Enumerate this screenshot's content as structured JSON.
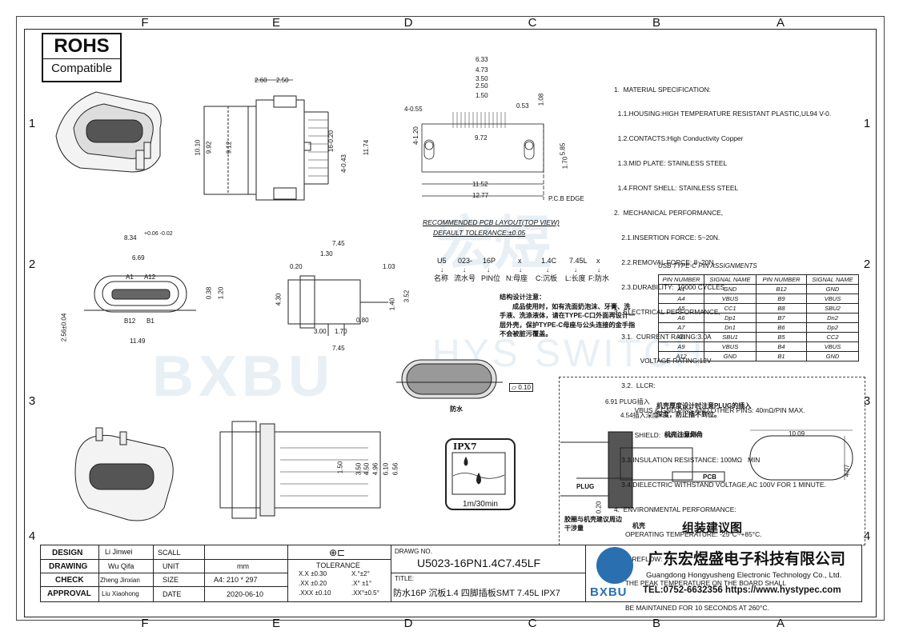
{
  "columns": [
    "F",
    "E",
    "D",
    "C",
    "B",
    "A"
  ],
  "rows": [
    "1",
    "2",
    "3",
    "4"
  ],
  "rohs": {
    "title": "ROHS",
    "subtitle": "Compatible"
  },
  "watermark": {
    "cn": "宏煜",
    "en": "HYS SWITCH",
    "bxbu": "BXBU"
  },
  "spec_lines": [
    "1.  MATERIAL SPECIFICATION:",
    "  1.1.HOUSING:HIGH TEMPERATURE RESISTANT PLASTIC,UL94 V-0.",
    "  1.2.CONTACTS:High Conductivity Copper",
    "  1.3.MID PLATE: STAINLESS STEEL",
    "  1.4.FRONT SHELL: STAINLESS STEEL",
    "2.  MECHANICAL PERFORMANCE,",
    "    2.1.INSERTION FORCE: 5~20N.",
    "    2.2.REMOVAL FORCE: 8~20N.",
    "    2.3.DURABILITY:  10000 CYCLES.",
    "3.  ELECTRICAL PERFORMANCE,",
    "    3.1.  CURRENT RATING:3.0A",
    "              VOLTAGE RATING:12V",
    "    3.2.  LLCR:",
    "           VBUS & GND PINS AND OTHER PINS: 40mΩ/PIN MAX.",
    "           SHIELD:  50mΩ/MAX.",
    "    3.3.INSULATION RESISTANCE: 100MΩ   MIN",
    "    3.4.DIELECTRIC WITHSTAND VOLTAGE,AC 100V FOR 1 MINUTE.",
    "4.  ENVIRONMENTAL PERFORMANCE:",
    "      OPERATING TEMPERATURE: -25°C~+85°C.",
    "5.  IR REFLOW:",
    "      THE PEAK TEMPERATURE ON THE BOARD SHALL",
    "      BE MAINTAINED FOR 10 SECONDS AT 260°C."
  ],
  "pcb": {
    "title": "RECOMMENDED PCB LAYOUT(TOP VIEW)",
    "tolerance": "DEFAULT TOLERANCE:±0.05",
    "edge": "P.C.B EDGE"
  },
  "part_code": {
    "parts": [
      "U5",
      "023-",
      "16P",
      "x",
      "1.4C",
      "7.45L",
      "x"
    ],
    "desc": [
      "名称",
      "流水号",
      "PIN位",
      "N:母座",
      "C:沉板",
      "L:长度",
      "F:防水"
    ]
  },
  "design_note": {
    "title": "结构设计注意：",
    "body": "成品使用时，如有洗面奶泡沫、牙膏、洗手液、洗涤液体，请在TYPE-C口外面再设计一层外壳，保护TYPE-C母座与公头连接的金手指不会被脏污覆盖。",
    "waterproof": "防水",
    "flat": "0.10"
  },
  "pin_table": {
    "title": "USB TYPE-C PIN ASSIGNMENTS",
    "headers": [
      "PIN NUMBER",
      "SIGNAL NAME",
      "PIN NUMBER",
      "SIGNAL NAME"
    ],
    "rows": [
      [
        "A1",
        "GND",
        "B12",
        "GND"
      ],
      [
        "A4",
        "VBUS",
        "B9",
        "VBUS"
      ],
      [
        "A5",
        "CC1",
        "B8",
        "SBU2"
      ],
      [
        "A6",
        "Dp1",
        "B7",
        "Dn2"
      ],
      [
        "A7",
        "Dn1",
        "B6",
        "Dp2"
      ],
      [
        "A8",
        "SBU1",
        "B5",
        "CC2"
      ],
      [
        "A9",
        "VBUS",
        "B4",
        "VBUS"
      ],
      [
        "A12",
        "GND",
        "B1",
        "GND"
      ]
    ]
  },
  "ipx": {
    "title": "IPX7",
    "footer": "1m/30min"
  },
  "assembly": {
    "title": "组装建议图",
    "plug_depth": "6.91 PLUG插入",
    "note1": "机壳厚度设计时注意PLUG的插入深度，防止插不到位。",
    "inner": "4.54插入深度",
    "chamfer": "机壳注意倒角",
    "plug": "PLUG",
    "pcb": "PCB",
    "glue": "胶圈与机壳建议周边干涉量",
    "shell": "机壳",
    "d020": "0.20",
    "w": "10.09",
    "h": "4.07"
  },
  "dims": {
    "d260": "2.60",
    "d250": "2.50",
    "d1010": "10.10",
    "d992": "9.92",
    "d912": "9.12",
    "d1174": "11.74",
    "d1620": "16-0.20",
    "d443": "4-0.43",
    "d633": "6.33",
    "d473": "4.73",
    "d350": "3.50",
    "d250b": "2.50",
    "d150": "1.50",
    "d405": "4-0.55",
    "d053": "0.53",
    "d108": "1.08",
    "d4120": "4-1.20",
    "d972": "9.72",
    "d585": "5.85",
    "d170": "1.70",
    "d1152": "11.52",
    "d1277": "12.77",
    "d834": "8.34",
    "d834tol": "+0.06 -0.02",
    "d669": "6.69",
    "dA1": "A1",
    "dA12": "A12",
    "d038": "0.38",
    "d120": "1.20",
    "d256": "2.56±0.04",
    "dB12": "B12",
    "dB1": "B1",
    "d1149": "11.49",
    "d745": "7.45",
    "d130": "1.30",
    "d020": "0.20",
    "d103": "1.03",
    "d430": "4.30",
    "d352": "3.52",
    "d140": "1.40",
    "d080": "0.80",
    "d300": "3.00",
    "d170b": "1.70",
    "d745b": "7.45",
    "d150c": "1.50",
    "d350c": "3.50",
    "d450": "4.50",
    "d496": "4.96",
    "d610": "6.10",
    "d656": "6.56"
  },
  "title_block": {
    "labels": [
      "DESIGN",
      "DRAWING",
      "CHECK",
      "APPROVAL"
    ],
    "names": [
      "Li Jinwei",
      "Wu Qifa",
      "Zheng Jinxian",
      "Liu Xiaohong"
    ],
    "fields": [
      "SCALL",
      "UNIT",
      "SIZE",
      "DATE"
    ],
    "values": [
      "",
      "mm",
      "A4: 210 * 297",
      "2020-06-10"
    ],
    "tolerance_title": "TOLERANCE",
    "tol": [
      "X.X  ±0.30",
      "X.°±2°",
      ".XX  ±0.20",
      ".X° ±1°",
      ".XXX ±0.10",
      ".XX°±0.5°"
    ],
    "drawing_no_label": "DRAWG NO.",
    "drawing_no": "U5023-16PN1.4C7.45LF",
    "title_label": "TITLE:",
    "title": "防水16P 沉板1.4 四脚插板SMT 7.45L IPX7",
    "company_cn": "广东宏煜盛电子科技有限公司",
    "company_en": "Guangdong Hongyusheng Electronic Technology Co., Ltd.",
    "contact": "TEL:0752-6632356  https://www.hystypec.com",
    "logo": "BXBU"
  }
}
